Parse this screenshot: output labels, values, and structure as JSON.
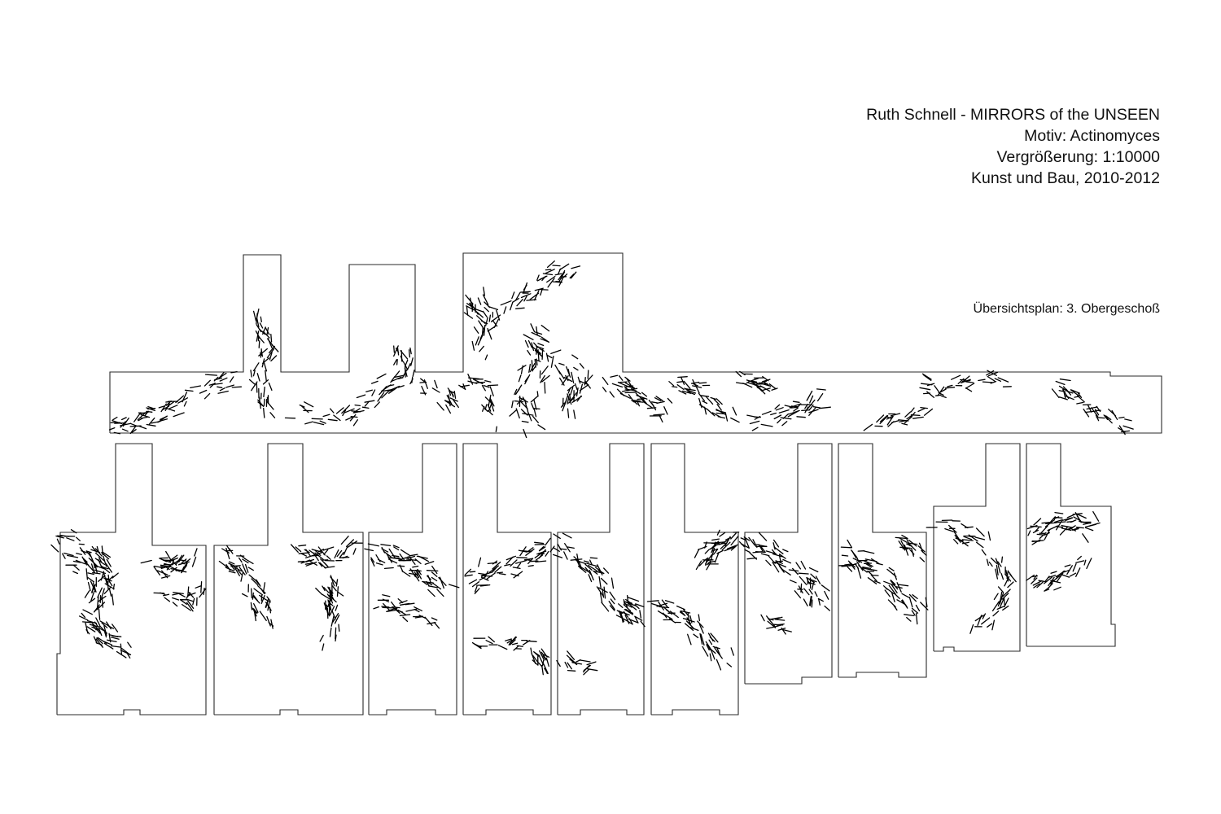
{
  "heading": {
    "artist_title": "Ruth Schnell - MIRRORS of the UNSEEN",
    "motif": "Motiv: Actinomyces",
    "magnification": "Vergrößerung: 1:10000",
    "project": "Kunst und Bau, 2010-2012"
  },
  "plan_label": "Übersichtsplan: 3. Obergeschoß",
  "colors": {
    "background": "#ffffff",
    "outline": "#2a2a2a",
    "pattern": "#000000"
  }
}
